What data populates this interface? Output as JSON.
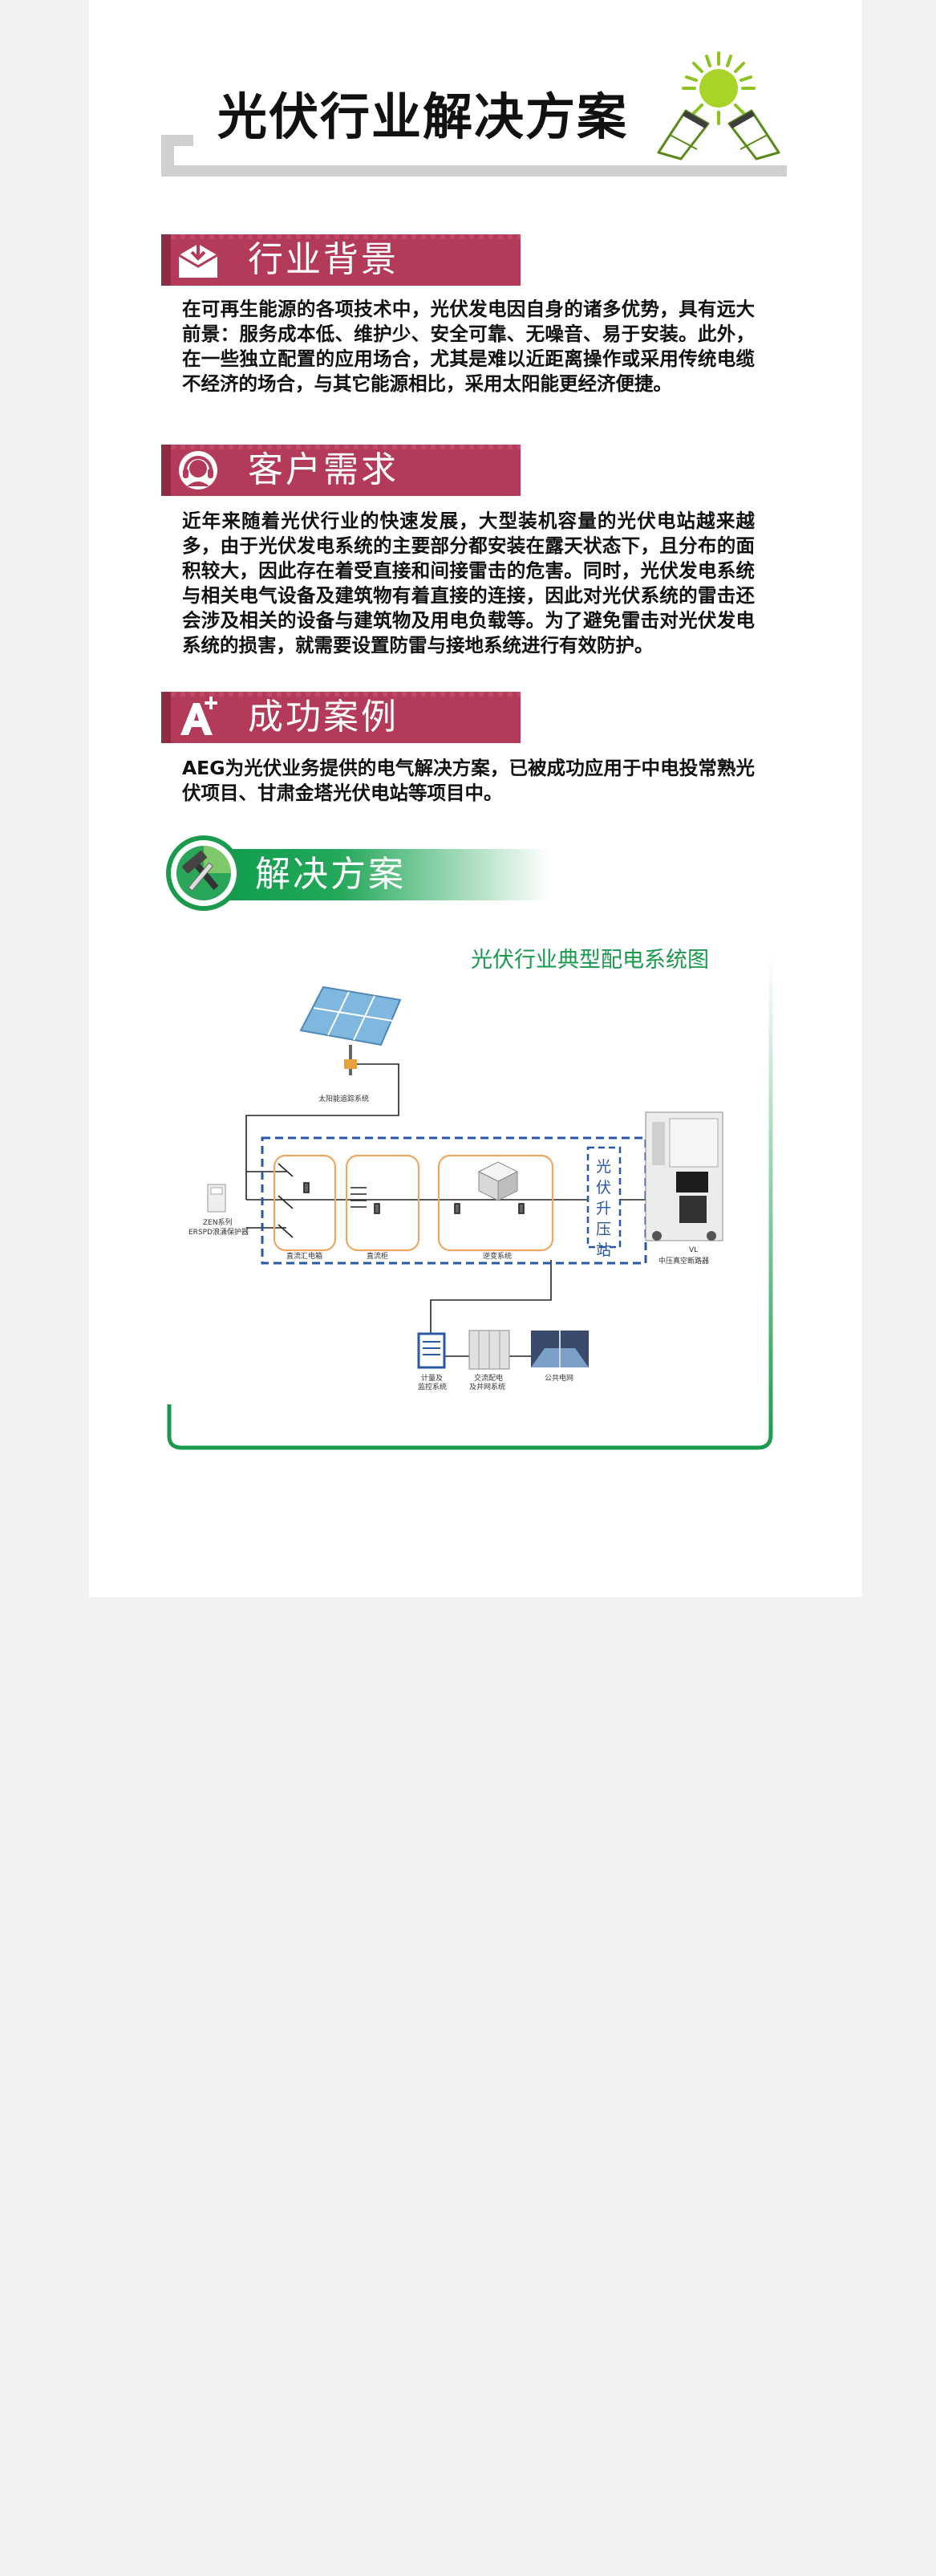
{
  "page": {
    "title": "光伏行业解决方案"
  },
  "sections": [
    {
      "label": "行业背景",
      "icon": "download-envelope-icon",
      "text": "在可再生能源的各项技术中，光伏发电因自身的诸多优势，具有远大前景：服务成本低、维护少、安全可靠、无噪音、易于安装。此外，在一些独立配置的应用场合，尤其是难以近距离操作或采用传统电缆不经济的场合，与其它能源相比，采用太阳能更经济便捷。"
    },
    {
      "label": "客户需求",
      "icon": "headset-agent-icon",
      "text": "近年来随着光伏行业的快速发展，大型装机容量的光伏电站越来越多，由于光伏发电系统的主要部分都安装在露天状态下，且分布的面积较大，因此存在着受直接和间接雷击的危害。同时，光伏发电系统与相关电气设备及建筑物有着直接的连接，因此对光伏系统的雷击还会涉及相关的设备与建筑物及用电负载等。为了避免雷击对光伏发电系统的损害，就需要设置防雷与接地系统进行有效防护。"
    },
    {
      "label": "成功案例",
      "icon": "a-plus-icon",
      "text": "AEG为光伏业务提供的电气解决方案，已被成功应用于中电投常熟光伏项目、甘肃金塔光伏电站等项目中。"
    }
  ],
  "solution": {
    "label": "解决方案",
    "icon": "hammer-wrench-icon"
  },
  "diagram": {
    "title": "光伏行业典型配电系统图",
    "labels": {
      "tracking": "太阳能追踪系统",
      "surge_line1": "ZEN系列",
      "surge_line2": "ERSPD浪涌保护器",
      "combiner": "直流汇电箱",
      "dc_cabinet": "直流柜",
      "inverter": "逆变系统",
      "booster": "光伏升压站",
      "breaker_model": "VL",
      "breaker_name": "中压真空断路器",
      "meter_line1": "计量及",
      "meter_line2": "监控系统",
      "ac_line1": "交流配电",
      "ac_line2": "及并网系统",
      "grid": "公共电网"
    }
  },
  "colors": {
    "section_header": "#b33a58",
    "solution_green": "#199a4c",
    "dash_blue": "#2a57a8",
    "box_orange": "#f0a860"
  }
}
